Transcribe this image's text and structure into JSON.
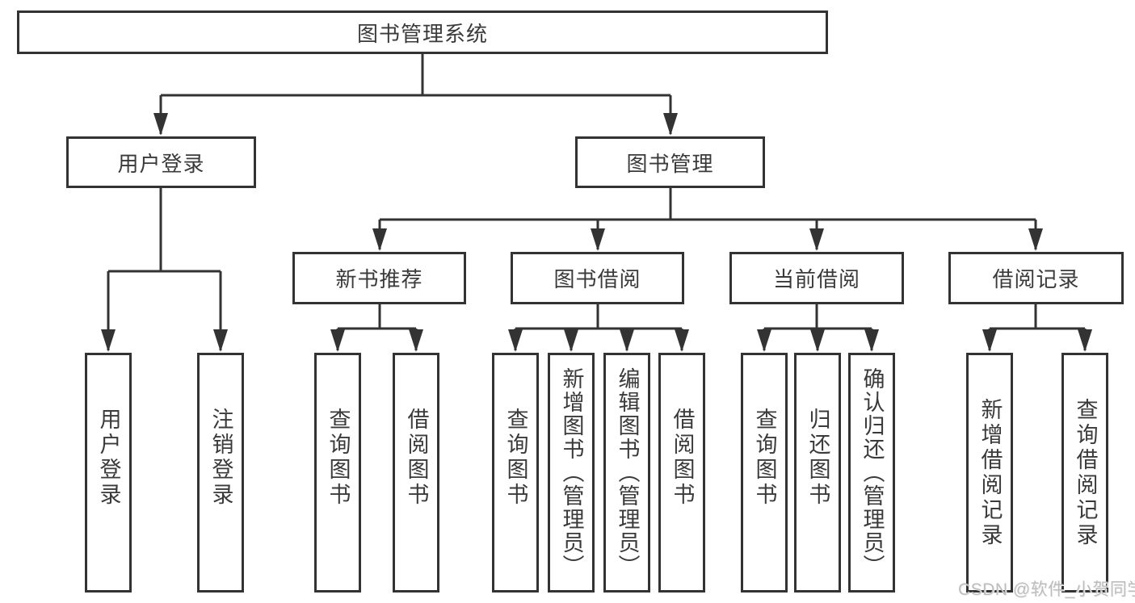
{
  "diagram": {
    "title": "图书管理系统",
    "root": {
      "label": "图书管理系统"
    },
    "branches": [
      {
        "label": "用户登录",
        "children": [
          {
            "label": "用户登录"
          },
          {
            "label": "注销登录"
          }
        ]
      },
      {
        "label": "图书管理",
        "children": [
          {
            "label": "新书推荐",
            "children": [
              {
                "label": "查询图书"
              },
              {
                "label": "借阅图书"
              }
            ]
          },
          {
            "label": "图书借阅",
            "children": [
              {
                "label": "查询图书"
              },
              {
                "label": "新增图书（管理员）"
              },
              {
                "label": "编辑图书（管理员）"
              },
              {
                "label": "借阅图书"
              }
            ]
          },
          {
            "label": "当前借阅",
            "children": [
              {
                "label": "查询图书"
              },
              {
                "label": "归还图书"
              },
              {
                "label": "确认归还（管理员）"
              }
            ]
          },
          {
            "label": "借阅记录",
            "children": [
              {
                "label": "新增借阅记录"
              },
              {
                "label": "查询借阅记录"
              }
            ]
          }
        ]
      }
    ]
  },
  "style": {
    "line_color": "#333333",
    "text_color": "#3a3a3a",
    "watermark_color": "#bdbdbd",
    "background": "#ffffff"
  },
  "watermark": {
    "text": "CSDN @软件_小贺同学"
  }
}
